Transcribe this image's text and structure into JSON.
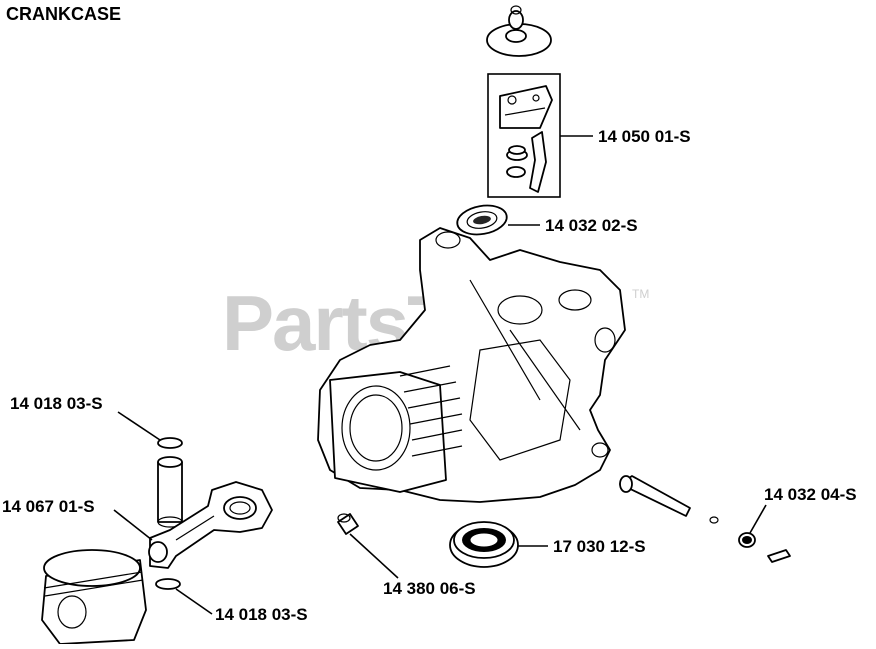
{
  "diagram": {
    "title": "CRANKCASE",
    "watermark": "PartsTree",
    "trademark": "TM",
    "callouts": [
      {
        "id": "gasket-kit",
        "label": "14 050 01-S"
      },
      {
        "id": "oil-seal-top",
        "label": "14 032 02-S"
      },
      {
        "id": "ring-upper",
        "label": "14 018 03-S"
      },
      {
        "id": "connecting-rod",
        "label": "14 067 01-S"
      },
      {
        "id": "ring-lower",
        "label": "14 018 03-S"
      },
      {
        "id": "dowel-pin",
        "label": "14 380 06-S"
      },
      {
        "id": "bearing",
        "label": "17 030 12-S"
      },
      {
        "id": "oil-seal-side",
        "label": "14 032 04-S"
      }
    ]
  }
}
